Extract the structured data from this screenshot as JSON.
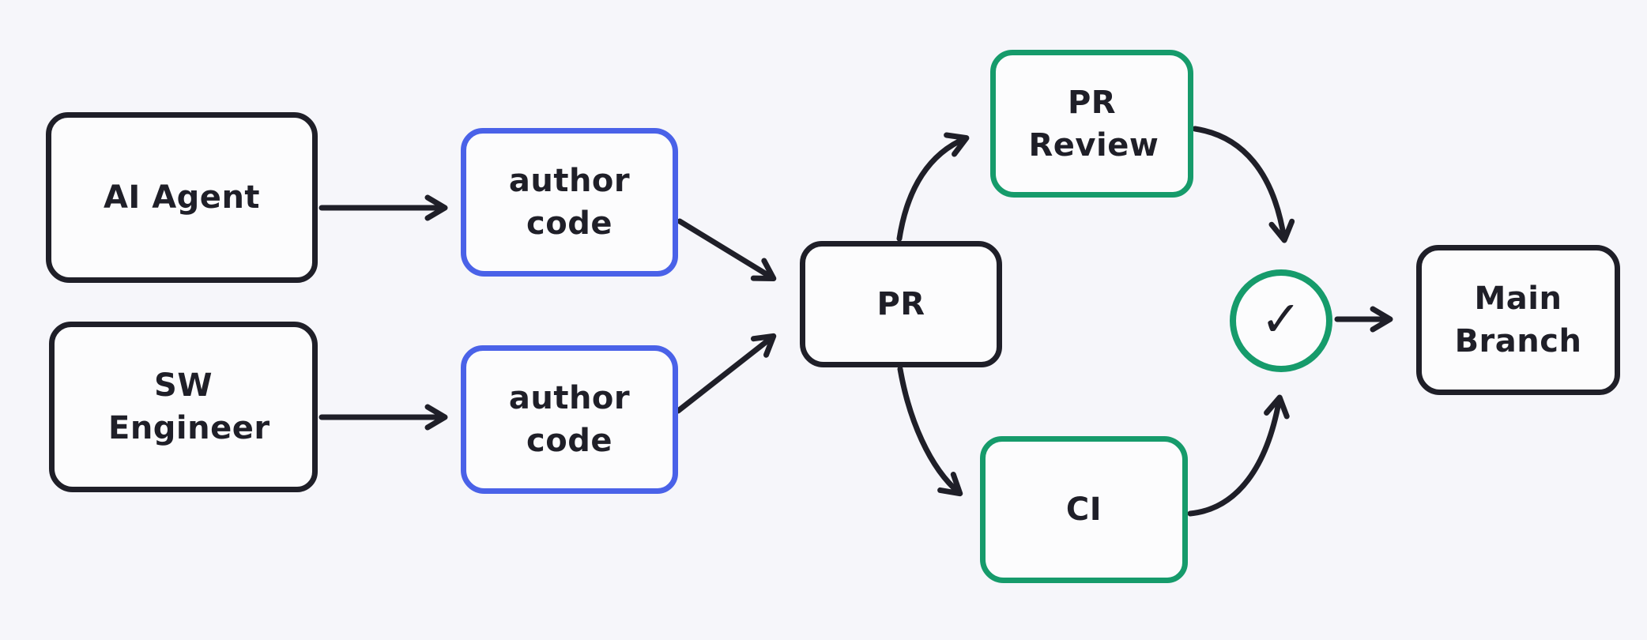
{
  "colors": {
    "canvas_bg": "#f6f6fa",
    "node_fill": "#fcfcfd",
    "ink": "#1f1f28",
    "accent_blue": "#4a62e8",
    "accent_green": "#169b6b"
  },
  "nodes": {
    "ai_agent": "AI Agent",
    "sw_engineer": "SW Engineer",
    "author_code_top": "author code",
    "author_code_bottom": "author code",
    "pr": "PR",
    "pr_review": "PR Review",
    "ci": "CI",
    "main_branch": "Main Branch"
  },
  "icons": {
    "check": "✓"
  },
  "edges": [
    {
      "from": "ai_agent",
      "to": "author_code_top"
    },
    {
      "from": "sw_engineer",
      "to": "author_code_bottom"
    },
    {
      "from": "author_code_top",
      "to": "pr"
    },
    {
      "from": "author_code_bottom",
      "to": "pr"
    },
    {
      "from": "pr",
      "to": "pr_review"
    },
    {
      "from": "pr",
      "to": "ci"
    },
    {
      "from": "pr_review",
      "to": "check"
    },
    {
      "from": "ci",
      "to": "check"
    },
    {
      "from": "check",
      "to": "main_branch"
    }
  ]
}
